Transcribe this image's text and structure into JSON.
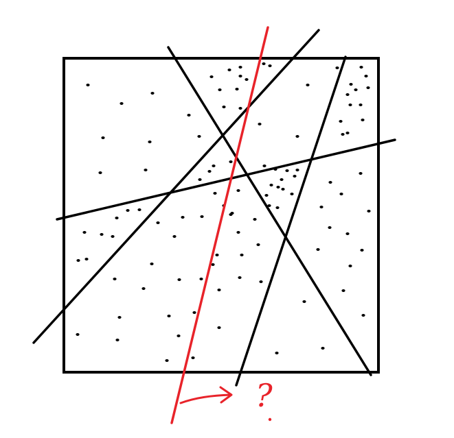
{
  "diagram": {
    "annotation": "?",
    "colors": {
      "ink": "#000000",
      "highlight": "#e8232a",
      "background": "#ffffff"
    },
    "elements": {
      "square": "square-outline",
      "dots": "scattered-dots",
      "black_lines": [
        "diagonal-line-a",
        "diagonal-line-b",
        "steep-line",
        "near-horizontal-line"
      ],
      "red_line": "red-line",
      "arrow": "arrow-icon",
      "question": "question-mark"
    }
  }
}
